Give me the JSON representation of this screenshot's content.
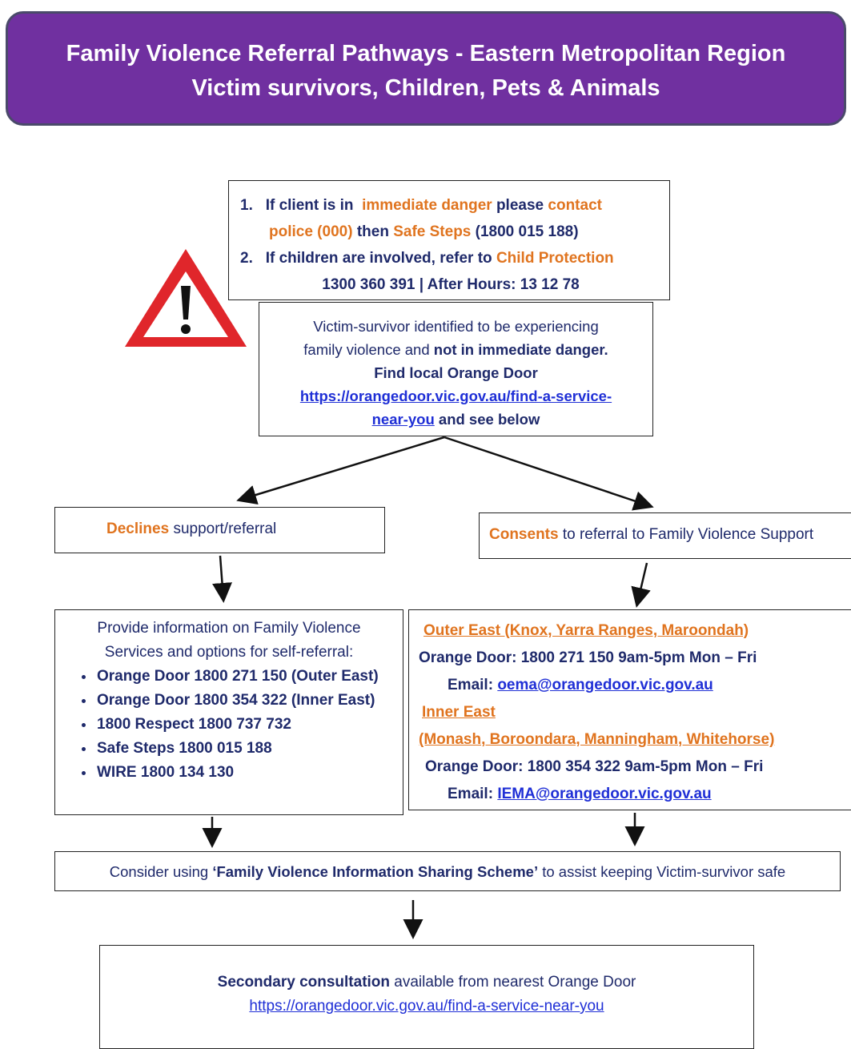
{
  "banner": {
    "line1": "Family Violence Referral Pathways - Eastern Metropolitan Region",
    "line2": "Victim survivors, Children, Pets & Animals"
  },
  "urgent": {
    "item1_a": "If client is in",
    "item1_b": "immediate danger",
    "item1_c": "please",
    "item1_d": "contact",
    "item1_e": "police (000)",
    "item1_f": "then",
    "item1_g": "Safe Steps",
    "item1_h": "(1800 015 188)",
    "item2_a": "If children are involved, refer to",
    "item2_b": "Child Protection",
    "item2_c": "1300 360 391 | After Hours: 13 12 78"
  },
  "identified": {
    "line1": "Victim-survivor identified to be experiencing",
    "line2_a": "family violence and",
    "line2_b": "not in immediate danger.",
    "line3": "Find local Orange Door",
    "link_a": "https://orangedoor.vic.gov.au/find-a-service-",
    "link_b": "near-you",
    "tail": "and see below"
  },
  "declines": {
    "keyword": "Declines",
    "rest": "support/referral"
  },
  "consents": {
    "keyword": "Consents",
    "rest": "to referral to Family Violence Support"
  },
  "info": {
    "intro": "Provide information on Family Violence Services and options for self-referral:",
    "items": [
      "Orange Door 1800 271 150 (Outer East)",
      "Orange Door 1800 354 322 (Inner East)",
      "1800 Respect   1800 737 732",
      "Safe Steps  1800 015 188",
      "WIRE   1800 134 130"
    ]
  },
  "regions": {
    "outer_title": "Outer East (Knox, Yarra Ranges, Maroondah)",
    "outer_phone_label": "Orange Door",
    "outer_phone": ": 1800 271 150  9am-5pm Mon – Fri",
    "outer_email_label": "Email:",
    "outer_email": "oema@orangedoor.vic.gov.au",
    "inner_title": "Inner East",
    "inner_areas": "(Monash, Boroondara, Manningham, Whitehorse)",
    "inner_phone": "Orange Door: 1800 354 322 9am-5pm Mon – Fri",
    "inner_email_label": "Email:",
    "inner_email": "IEMA@orangedoor.vic.gov.au"
  },
  "sharing": {
    "pre": "Consider using",
    "scheme": "‘Family Violence Information Sharing Scheme’",
    "post": "to assist keeping Victim-survivor safe"
  },
  "secondary": {
    "title": "Secondary consultation",
    "rest": "available from nearest Orange Door",
    "link": "https://orangedoor.vic.gov.au/find-a-service-near-you"
  },
  "colors": {
    "banner": "#7030a0",
    "accent_orange": "#e0741f",
    "navy_text": "#1f2a6b",
    "link": "#1f2fd6",
    "warning_red": "#e0262b"
  },
  "icons": [
    "warning-triangle-icon"
  ]
}
